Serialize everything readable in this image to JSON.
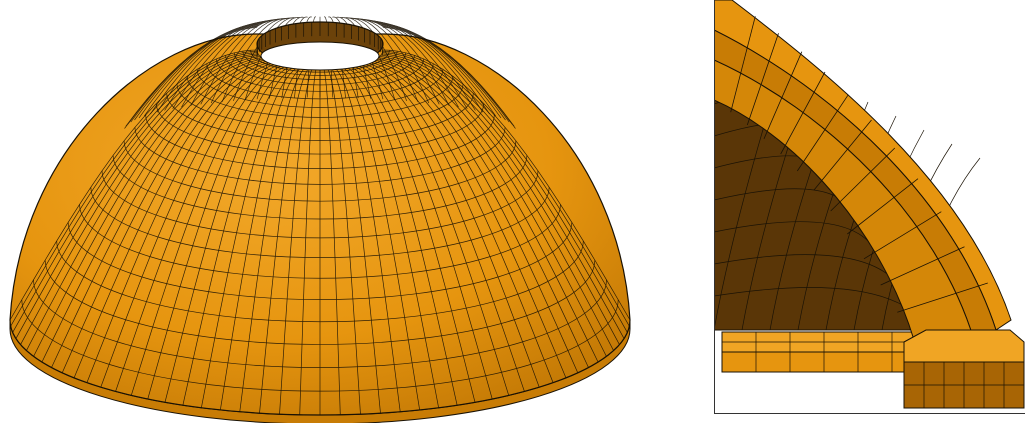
{
  "figure": {
    "left_view": "dome-mesh-overview",
    "right_view": "dome-mesh-section-detail"
  },
  "colors": {
    "mesh_face": "#e6950f",
    "mesh_face_light": "#f0a524",
    "mesh_face_shadow": "#c87c05",
    "mesh_face_dark": "#6b420a",
    "mesh_face_interior": "#5a3607",
    "mesh_line": "#1a1205",
    "background": "#ffffff",
    "frame": "#333333"
  },
  "mesh": {
    "meridian_divisions": 96,
    "ring_divisions": 24
  }
}
